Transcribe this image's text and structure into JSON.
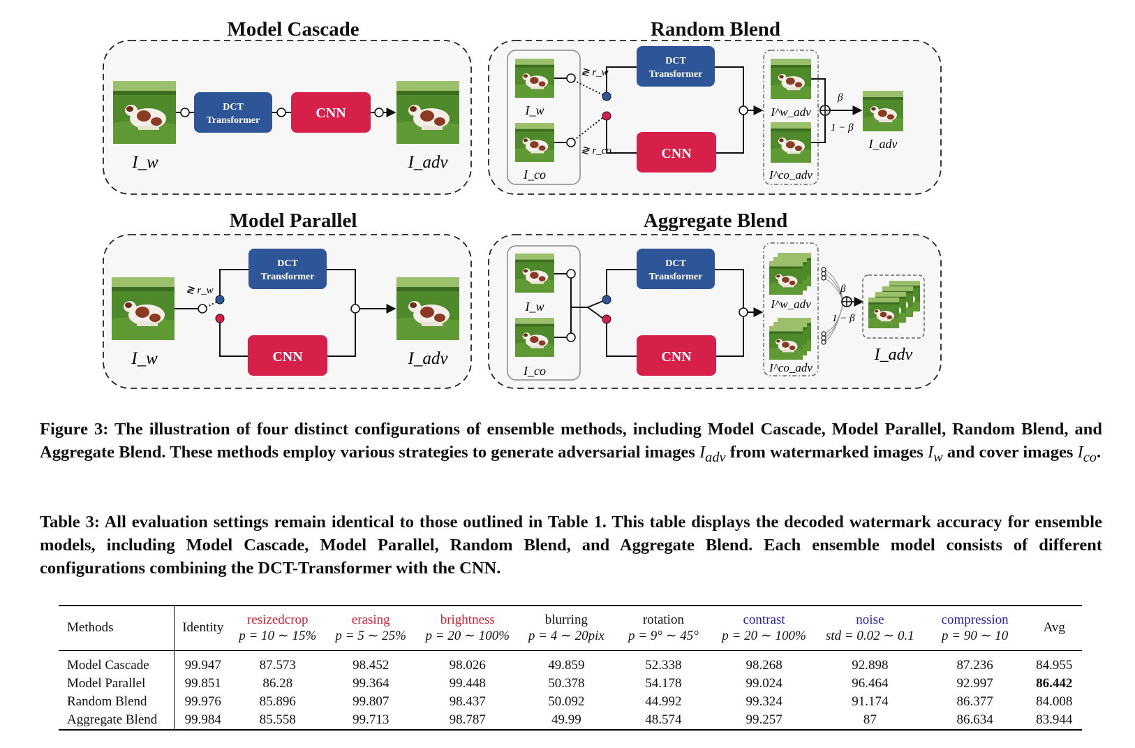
{
  "figure": {
    "panels": {
      "cascade_title": "Model Cascade",
      "random_title": "Random Blend",
      "parallel_title": "Model Parallel",
      "aggregate_title": "Aggregate Blend"
    },
    "blocks": {
      "dct_line1": "DCT",
      "dct_line2": "Transformer",
      "cnn": "CNN"
    },
    "symbols": {
      "i_w": "I_w",
      "i_co": "I_co",
      "i_adv": "I_adv",
      "i_adv_w": "I^w_adv",
      "i_adv_co": "I^co_adv",
      "r_w": "≷ r_w",
      "r_co": "≷ r_co",
      "beta": "β",
      "one_minus_beta": "1 − β"
    },
    "colors": {
      "dct_block": "#2e5597",
      "cnn_block": "#d6204a",
      "panel_bg": "#f7f7f7",
      "grass": "#4f8a2a"
    }
  },
  "caption_figure": {
    "prefix": "Figure 3: The illustration of four distinct configurations of ensemble methods, including Model Cascade, Model Parallel, Random Blend, and Aggregate Blend. These methods employ various strategies to generate adversarial images",
    "adv": "I",
    "adv_sub": "adv",
    "mid": "from watermarked images",
    "w": "I",
    "w_sub": "w",
    "and": "and cover images",
    "co": "I",
    "co_sub": "co",
    "end": "."
  },
  "caption_table": {
    "text": "Table 3: All evaluation settings remain identical to those outlined in Table 1. This table displays the decoded watermark accuracy for ensemble models, including Model Cascade, Model Parallel, Random Blend, and Aggregate Blend. Each ensemble model consists of different configurations combining the DCT-Transformer with the CNN."
  },
  "table": {
    "columns": [
      {
        "name": "Methods",
        "param": ""
      },
      {
        "name": "Identity",
        "param": ""
      },
      {
        "name": "resizedcrop",
        "param": "p = 10 ∼ 15%",
        "color": "#cc2031"
      },
      {
        "name": "erasing",
        "param": "p = 5 ∼ 25%",
        "color": "#cc2031"
      },
      {
        "name": "brightness",
        "param": "p = 20 ∼ 100%",
        "color": "#cc2031"
      },
      {
        "name": "blurring",
        "param": "p = 4 ∼ 20pix",
        "color": "#111111"
      },
      {
        "name": "rotation",
        "param": "p = 9° ∼ 45°",
        "color": "#111111"
      },
      {
        "name": "contrast",
        "param": "p = 20 ∼ 100%",
        "color": "#2020a8"
      },
      {
        "name": "noise",
        "param": "std = 0.02 ∼ 0.1",
        "color": "#2020a8"
      },
      {
        "name": "compression",
        "param": "p = 90 ∼ 10",
        "color": "#2020a8"
      },
      {
        "name": "Avg",
        "param": ""
      }
    ],
    "rows": [
      {
        "method": "Model Cascade",
        "values": [
          "99.947",
          "87.573",
          "98.452",
          "98.026",
          "49.859",
          "52.338",
          "98.268",
          "92.898",
          "87.236",
          "84.955"
        ]
      },
      {
        "method": "Model Parallel",
        "values": [
          "99.851",
          "86.28",
          "99.364",
          "99.448",
          "50.378",
          "54.178",
          "99.024",
          "96.464",
          "92.997",
          "86.442"
        ]
      },
      {
        "method": "Random Blend",
        "values": [
          "99.976",
          "85.896",
          "99.807",
          "98.437",
          "50.092",
          "44.992",
          "99.324",
          "91.174",
          "86.377",
          "84.008"
        ]
      },
      {
        "method": "Aggregate Blend",
        "values": [
          "99.984",
          "85.558",
          "99.713",
          "98.787",
          "49.99",
          "48.574",
          "99.257",
          "87",
          "86.634",
          "83.944"
        ]
      }
    ]
  }
}
